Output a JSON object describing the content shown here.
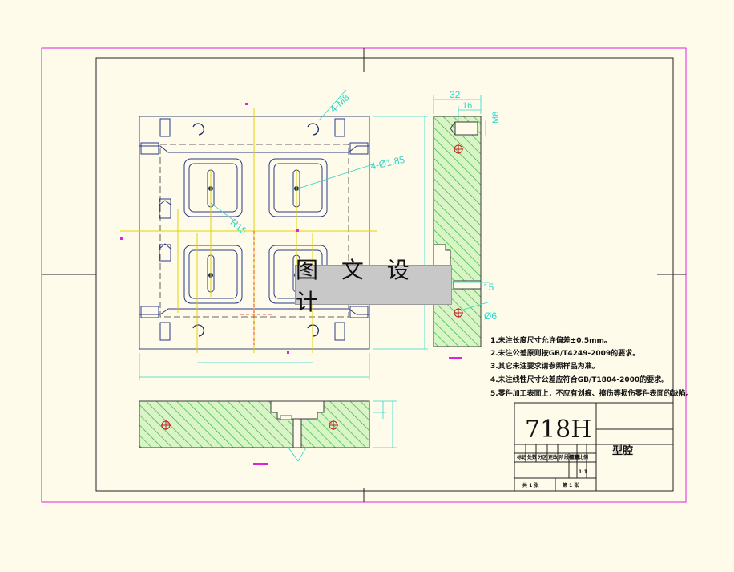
{
  "watermark": "图 文 设 计",
  "title_block": {
    "material": "718H",
    "part_name": "型腔",
    "header_cells": [
      "标记",
      "处数",
      "分区",
      "更改",
      "阶段标记",
      "重量",
      "比例"
    ],
    "scale": "1:1",
    "sheets": "共 1 张",
    "sheet_no": "第 1 张"
  },
  "notes": [
    "1.未注长度尺寸允许偏差±0.5mm。",
    "2.未注公差原则按GB/T4249-2009的要求。",
    "3.其它未注要求请参照样品为准。",
    "4.未注线性尺寸公差应符合GB/T1804-2000的要求。",
    "5.零件加工表面上，不应有划痕、擦伤等损伤零件表面的缺陷。"
  ],
  "dimensions": {
    "screw_holes": "4-M8",
    "pin_holes": "4-Ø1.85",
    "radius": "R15",
    "side_width": "32",
    "side_offset": "16",
    "side_thread": "M8",
    "side_depth": "15",
    "side_hole": "Ø6"
  },
  "colors": {
    "background": "#fffbeb",
    "frame": "#e020e0",
    "outline": "#3a3a3a",
    "part_line": "#2a3a8a",
    "dimension": "#2bd6c8",
    "hatch": "#35b535",
    "hatch_fill": "#d9f5c8",
    "center_line": "#e3d000",
    "hidden_line": "#e02020"
  }
}
